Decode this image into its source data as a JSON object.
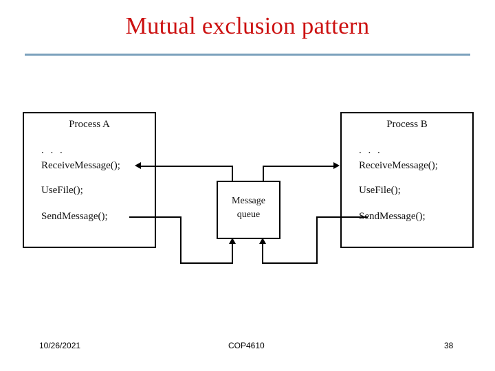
{
  "slide": {
    "title": "Mutual exclusion pattern",
    "title_color": "#cc1111",
    "rule_color": "#7ba0bc",
    "background": "#ffffff"
  },
  "diagram": {
    "process_a": {
      "title": "Process A",
      "lines": [
        ". . .",
        "ReceiveMessage();",
        "UseFile();",
        "SendMessage();"
      ]
    },
    "process_b": {
      "title": "Process B",
      "lines": [
        ". . .",
        "ReceiveMessage();",
        "UseFile();",
        "SendMessage();"
      ]
    },
    "queue": {
      "line1": "Message",
      "line2": "queue"
    }
  },
  "footer": {
    "date": "10/26/2021",
    "course": "COP4610",
    "page": "38"
  }
}
